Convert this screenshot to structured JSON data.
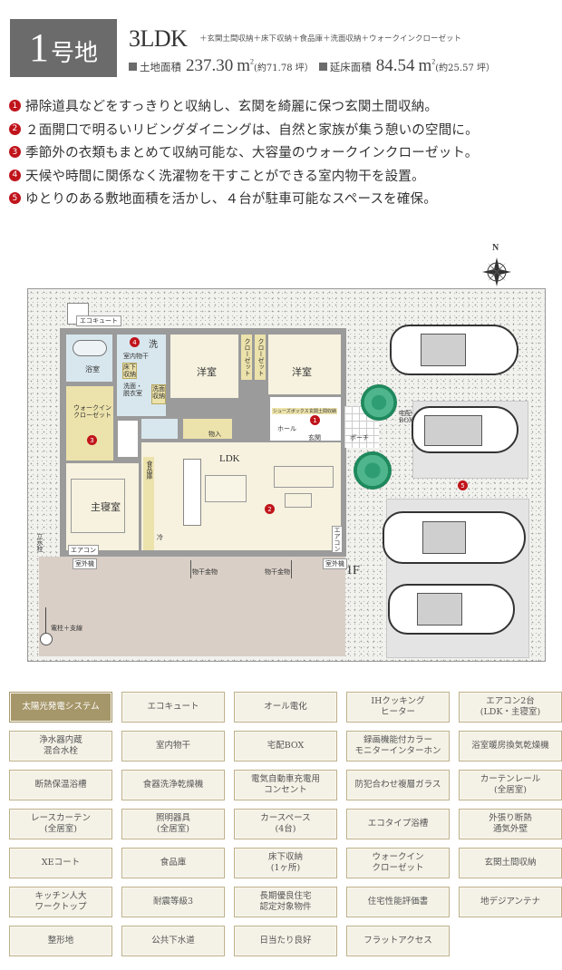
{
  "header": {
    "lot_number": "1",
    "lot_suffix": "号地",
    "plan_type": "3LDK",
    "plan_extras": "＋玄関土間収納＋床下収納＋食品庫＋洗面収納＋ウォークインクローゼット",
    "land_area_label": "土地面積",
    "land_area_value": "237.30",
    "land_area_unit": "m",
    "land_area_tsubo": "(約71.78 坪）",
    "floor_area_label": "延床面積",
    "floor_area_value": "84.54",
    "floor_area_unit": "m",
    "floor_area_tsubo": "(約25.57 坪）",
    "square_unit_sup": "2"
  },
  "points": [
    {
      "num": "1",
      "text": "掃除道具などをすっきりと収納し、玄関を綺麗に保つ玄関土間収納。"
    },
    {
      "num": "2",
      "text": "２面開口で明るいリビングダイニングは、自然と家族が集う憩いの空間に。"
    },
    {
      "num": "3",
      "text": "季節外の衣類もまとめて収納可能な、大容量のウォークインクローゼット。"
    },
    {
      "num": "4",
      "text": "天候や時間に関係なく洗濯物を干すことができる室内物干を設置。"
    },
    {
      "num": "5",
      "text": "ゆとりのある敷地面積を活かし、４台が駐車可能なスペースを確保。"
    }
  ],
  "compass": {
    "north_label": "N"
  },
  "floor_plan": {
    "floor_label": "1F",
    "rooms": {
      "eco_cute": "エコキュート",
      "bath": "浴室",
      "laundry_mark": "洗",
      "indoor_drying": "室内物干",
      "underfloor_storage": "床下\n収納",
      "washroom": "洗面・\n脱衣室",
      "wash_storage": "洗面\n収納",
      "western_room_1": "洋室",
      "western_room_2": "洋室",
      "closet_1": "クローゼット",
      "closet_2": "クローゼット",
      "walk_in_closet": "ウォークイン\nクローゼット",
      "storage": "物入",
      "shoes_box": "シューズボックス",
      "entrance_storage": "玄関土間収納",
      "hall": "ホール",
      "entrance": "玄関",
      "porch": "ポーチ",
      "delivery_box": "宅配\nBOX",
      "ldk": "LDK",
      "pantry": "食品庫",
      "fridge": "冷",
      "master_bedroom": "主寝室",
      "aircon_1": "エアコン",
      "aircon_2": "エアコン",
      "outdoor_unit_1": "室外機",
      "outdoor_unit_2": "室外機",
      "laundry_hardware_1": "物干金物",
      "laundry_hardware_2": "物干金物",
      "standing_faucet": "立水栓",
      "utility_pole": "電柱＋支線"
    },
    "markers": [
      "1",
      "2",
      "3",
      "4",
      "5"
    ]
  },
  "features": [
    {
      "label": "太陽光発電システム",
      "active": true
    },
    {
      "label": "エコキュート",
      "active": false
    },
    {
      "label": "オール電化",
      "active": false
    },
    {
      "label": "IHクッキング\nヒーター",
      "active": false
    },
    {
      "label": "エアコン2台\n(LDK・主寝室)",
      "active": false
    },
    {
      "label": "浄水器内蔵\n混合水栓",
      "active": false
    },
    {
      "label": "室内物干",
      "active": false
    },
    {
      "label": "宅配BOX",
      "active": false
    },
    {
      "label": "録画機能付カラー\nモニターインターホン",
      "active": false
    },
    {
      "label": "浴室暖房換気乾燥機",
      "active": false
    },
    {
      "label": "断熱保温浴槽",
      "active": false
    },
    {
      "label": "食器洗浄乾燥機",
      "active": false
    },
    {
      "label": "電気自動車充電用\nコンセント",
      "active": false
    },
    {
      "label": "防犯合わせ複層ガラス",
      "active": false
    },
    {
      "label": "カーテンレール\n(全居室)",
      "active": false
    },
    {
      "label": "レースカーテン\n(全居室)",
      "active": false
    },
    {
      "label": "照明器具\n(全居室)",
      "active": false
    },
    {
      "label": "カースペース\n(4台)",
      "active": false
    },
    {
      "label": "エコタイプ浴槽",
      "active": false
    },
    {
      "label": "外張り断熱\n通気外壁",
      "active": false
    },
    {
      "label": "XEコート",
      "active": false
    },
    {
      "label": "食品庫",
      "active": false
    },
    {
      "label": "床下収納\n(1ヶ所)",
      "active": false
    },
    {
      "label": "ウォークイン\nクローゼット",
      "active": false
    },
    {
      "label": "玄関土間収納",
      "active": false
    },
    {
      "label": "キッチン人大\nワークトップ",
      "active": false
    },
    {
      "label": "耐震等級3",
      "active": false
    },
    {
      "label": "長期優良住宅\n認定対象物件",
      "active": false
    },
    {
      "label": "住宅性能評価書",
      "active": false
    },
    {
      "label": "地デジアンテナ",
      "active": false
    },
    {
      "label": "整形地",
      "active": false
    },
    {
      "label": "公共下水道",
      "active": false
    },
    {
      "label": "日当たり良好",
      "active": false
    },
    {
      "label": "フラットアクセス",
      "active": false
    }
  ],
  "colors": {
    "badge_gray": "#6b6b6b",
    "marker_red": "#c0141b",
    "tag_active": "#a6976a",
    "tag_bg": "#f4f1e6",
    "tag_border": "#bdb08a"
  }
}
